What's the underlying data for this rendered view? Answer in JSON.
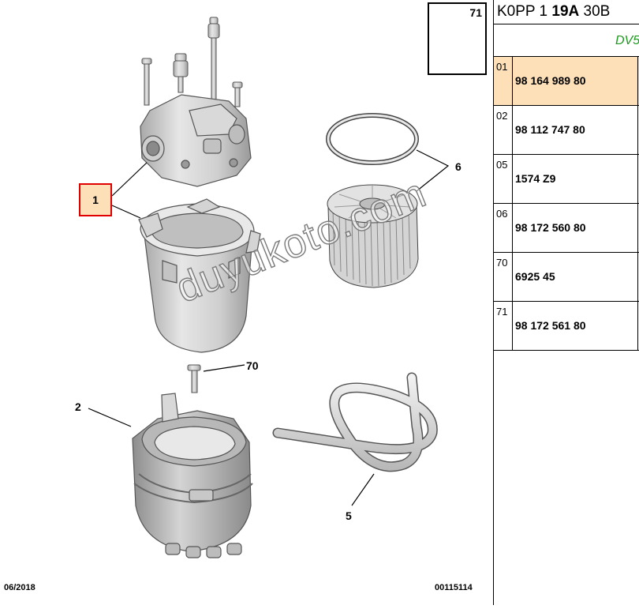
{
  "diagram": {
    "callouts": {
      "c1": "1",
      "c2": "2",
      "c5": "5",
      "c6": "6",
      "c70": "70"
    },
    "ref_box_label": "71",
    "watermark": "duyukoto.com",
    "footer_date": "06/2018",
    "footer_code": "00115114"
  },
  "panel": {
    "title_prefix": "K0PP 1 ",
    "title_bold": "19A",
    "title_suffix": " 30B",
    "subtitle": "DV5",
    "rows": [
      {
        "num": "01",
        "ref": "98 164 989 80",
        "selected": true
      },
      {
        "num": "02",
        "ref": "98 112 747 80"
      },
      {
        "num": "05",
        "ref": "1574 Z9"
      },
      {
        "num": "06",
        "ref": "98 172 560 80"
      },
      {
        "num": "70",
        "ref": "6925 45"
      },
      {
        "num": "71",
        "ref": "98 172 561 80"
      }
    ]
  },
  "colors": {
    "highlight": "#fde0b8",
    "selection_border": "#e00000",
    "subtitle": "#1c9a1c"
  }
}
